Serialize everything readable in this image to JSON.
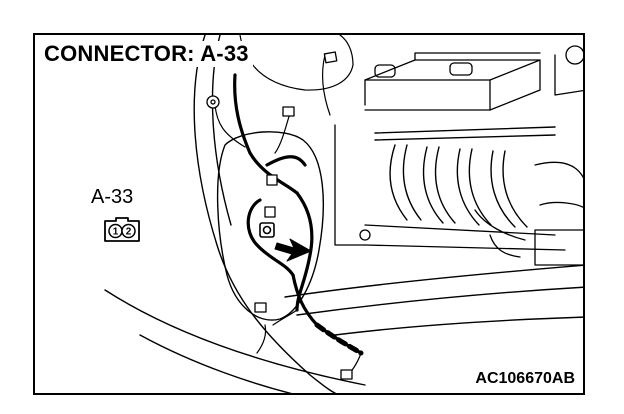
{
  "title": "CONNECTOR: A-33",
  "connector": {
    "label": "A-33",
    "pins": [
      "1",
      "2"
    ]
  },
  "figure_code": "AC106670AB",
  "icons": {
    "location_arrow": "arrow-pointing-to-connector",
    "connector_symbol": "two-pin-connector-face"
  },
  "colors": {
    "line": "#000000",
    "background": "#ffffff"
  }
}
